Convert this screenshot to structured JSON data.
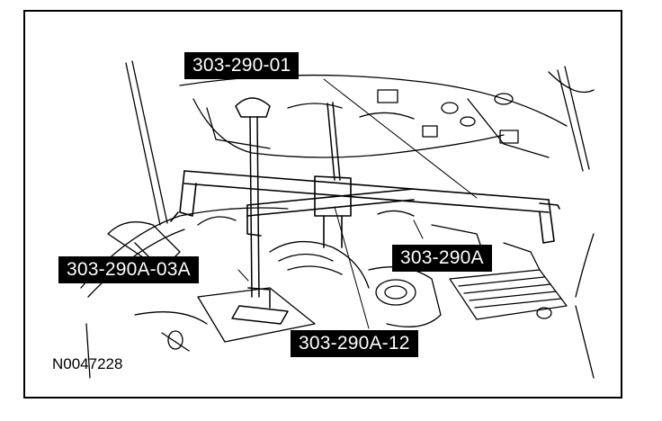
{
  "callouts": {
    "tool_top": "303-290-01",
    "tool_left": "303-290A-03A",
    "tool_right": "303-290A",
    "tool_bottom": "303-290A-12"
  },
  "figure_id": "N0047228",
  "colors": {
    "ink": "#000000",
    "paper": "#ffffff",
    "label_bg": "#000000",
    "label_text": "#ffffff"
  }
}
